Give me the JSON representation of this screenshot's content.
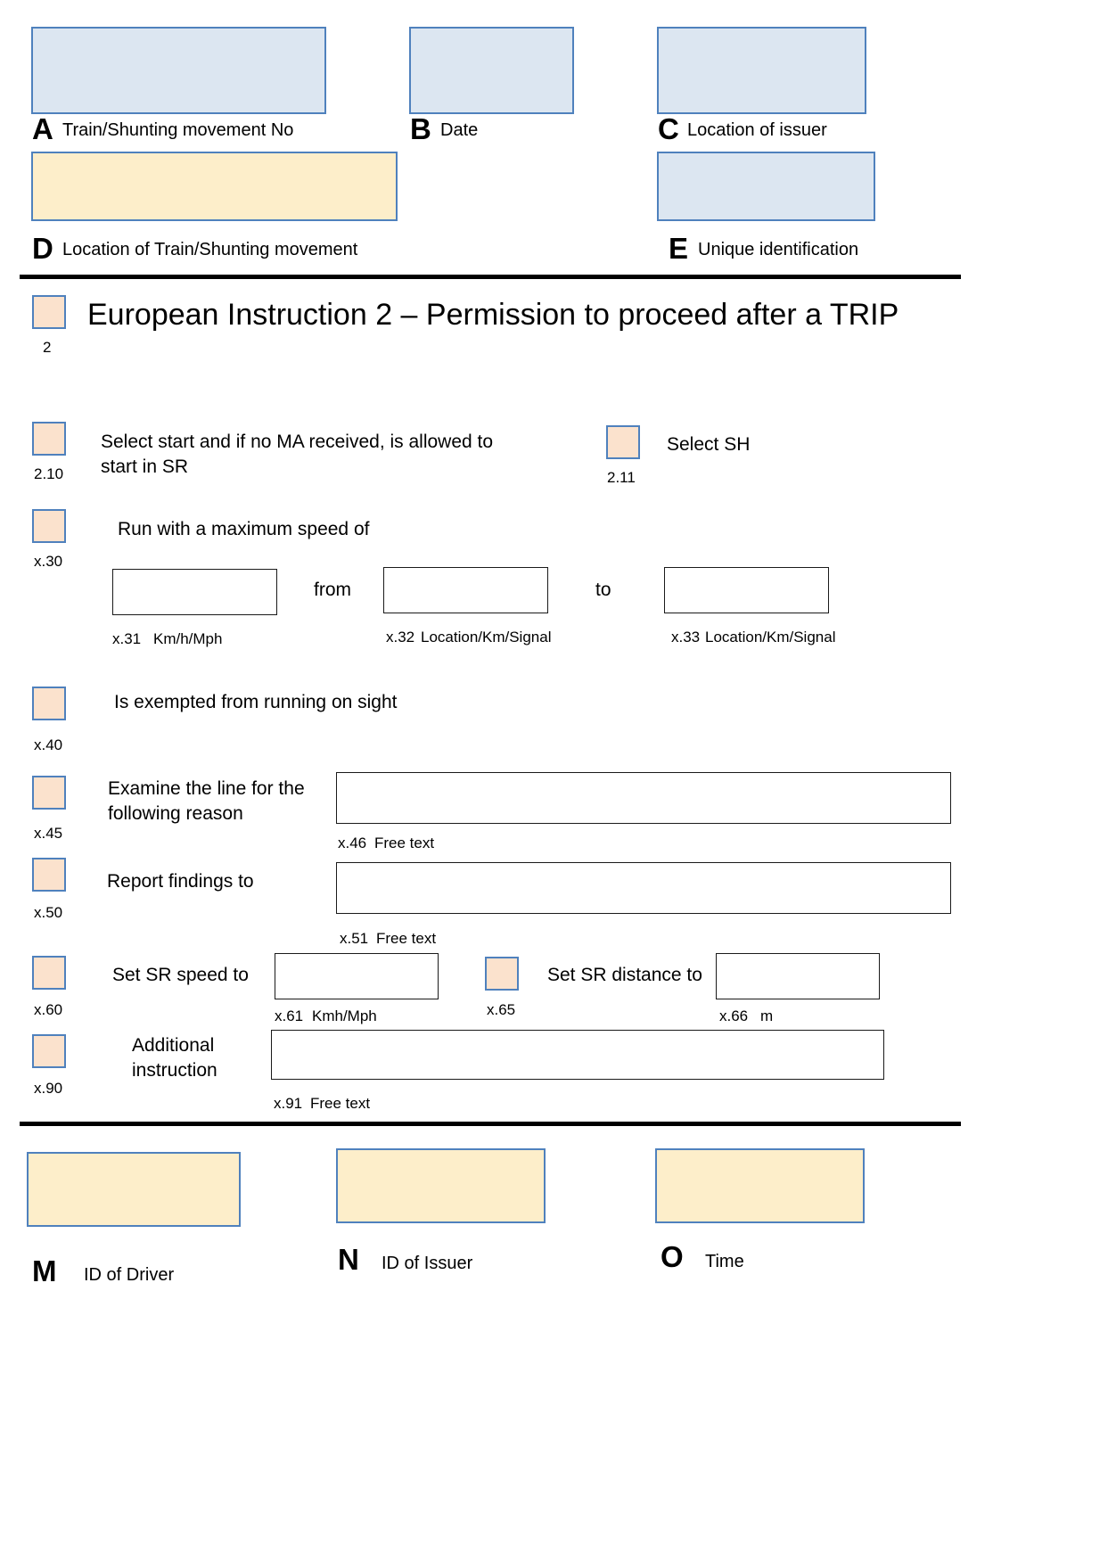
{
  "header": {
    "fields": [
      {
        "letter": "A",
        "label": "Train/Shunting movement No",
        "value": "",
        "fill": "blue"
      },
      {
        "letter": "B",
        "label": "Date",
        "value": "",
        "fill": "blue"
      },
      {
        "letter": "C",
        "label": "Location of issuer",
        "value": "",
        "fill": "blue"
      },
      {
        "letter": "D",
        "label": "Location of Train/Shunting movement",
        "value": "",
        "fill": "cream"
      },
      {
        "letter": "E",
        "label": "Unique identification",
        "value": "",
        "fill": "blue"
      }
    ]
  },
  "title": {
    "checkbox_code": "2",
    "text": "European Instruction 2 – Permission to proceed after a TRIP"
  },
  "sections": {
    "start": {
      "code": "2.10",
      "text": "Select start and if no MA received, is allowed to start in SR"
    },
    "sh": {
      "code": "2.11",
      "text": "Select SH"
    },
    "speed": {
      "code": "x.30",
      "text": "Run with a maximum speed of",
      "value_code": "x.31",
      "value_unit": "Km/h/Mph",
      "value": "",
      "from_label": "from",
      "from_code": "x.32",
      "from_unit": "Location/Km/Signal",
      "from_value": "",
      "to_label": "to",
      "to_code": "x.33",
      "to_unit": "Location/Km/Signal",
      "to_value": ""
    },
    "exempt": {
      "code": "x.40",
      "text": "Is exempted from running on sight"
    },
    "examine": {
      "code": "x.45",
      "text": "Examine the line for the following reason",
      "field_code": "x.46",
      "field_unit": "Free text",
      "value": ""
    },
    "report": {
      "code": "x.50",
      "text": "Report findings to",
      "field_code": "x.51",
      "field_unit": "Free text",
      "value": ""
    },
    "sr_speed": {
      "code": "x.60",
      "text": "Set SR speed to",
      "field_code": "x.61",
      "field_unit": "Kmh/Mph",
      "value": ""
    },
    "sr_distance": {
      "code": "x.65",
      "text": "Set SR distance to",
      "field_code": "x.66",
      "field_unit": "m",
      "value": ""
    },
    "additional": {
      "code": "x.90",
      "text": "Additional instruction",
      "field_code": "x.91",
      "field_unit": "Free text",
      "value": ""
    }
  },
  "footer": {
    "fields": [
      {
        "letter": "M",
        "label": "ID of Driver",
        "value": ""
      },
      {
        "letter": "N",
        "label": "ID of Issuer",
        "value": ""
      },
      {
        "letter": "O",
        "label": "Time",
        "value": ""
      }
    ]
  },
  "colors": {
    "box_blue_fill": "#dce6f1",
    "box_cream_fill": "#fdeeca",
    "box_border": "#4f81bd",
    "checkbox_fill": "#fbe2cd",
    "text": "#000000",
    "rule": "#000000"
  }
}
